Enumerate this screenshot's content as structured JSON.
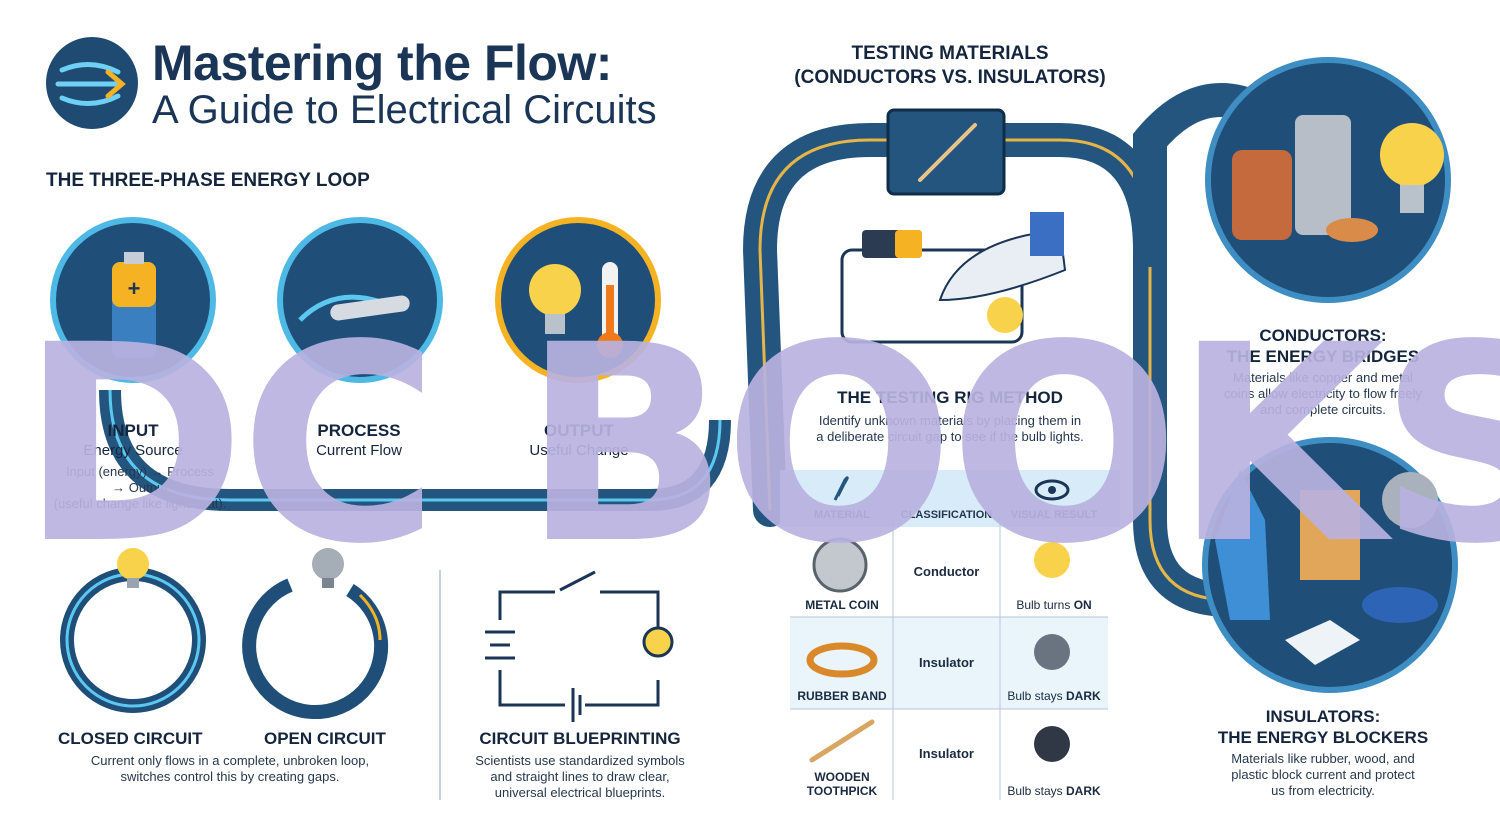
{
  "header": {
    "title": "Mastering the Flow:",
    "subtitle": "A Guide to Electrical Circuits"
  },
  "loop": {
    "heading": "THE THREE-PHASE ENERGY LOOP",
    "input": {
      "title": "INPUT",
      "sub": "Energy Source"
    },
    "process": {
      "title": "PROCESS",
      "sub": "Current Flow"
    },
    "output": {
      "title": "OUTPUT",
      "sub": "Useful Change"
    },
    "desc": [
      "Input (energy) → Process",
      "→ Output",
      "(useful change like light/heat)."
    ]
  },
  "circuits": {
    "closed": {
      "title": "CLOSED CIRCUIT"
    },
    "open": {
      "title": "OPEN CIRCUIT"
    },
    "desc": [
      "Current only flows in a complete, unbroken loop,",
      "switches control this by creating gaps."
    ]
  },
  "blueprint": {
    "title": "CIRCUIT BLUEPRINTING",
    "desc": [
      "Scientists use standardized symbols",
      "and straight lines to draw clear,",
      "universal electrical blueprints."
    ]
  },
  "testing": {
    "heading": [
      "TESTING MATERIALS",
      "(CONDUCTORS VS. INSULATORS)"
    ],
    "rig_title": "THE TESTING RIG METHOD",
    "rig_desc": [
      "Identify unknown materials by placing them in",
      "a deliberate circuit gap to see if the bulb lights."
    ]
  },
  "table": {
    "headers": [
      "MATERIAL",
      "CLASSIFICATION",
      "VISUAL RESULT"
    ],
    "rows": [
      {
        "material": "METAL COIN",
        "classification": "Conductor",
        "result_pre": "Bulb turns ",
        "result_bold": "ON"
      },
      {
        "material": "RUBBER BAND",
        "classification": "Insulator",
        "result_pre": "Bulb stays ",
        "result_bold": "DARK"
      },
      {
        "material": [
          "WOODEN",
          "TOOTHPICK"
        ],
        "classification": "Insulator",
        "result_pre": "Bulb stays ",
        "result_bold": "DARK"
      }
    ]
  },
  "conductors": {
    "title": [
      "CONDUCTORS:",
      "THE ENERGY BRIDGES"
    ],
    "desc": [
      "Materials like copper and metal",
      "coins allow electricity to flow freely",
      "and complete circuits."
    ]
  },
  "insulators": {
    "title": [
      "INSULATORS:",
      "THE ENERGY BLOCKERS"
    ],
    "desc": [
      "Materials like rubber, wood, and",
      "plastic block current and protect",
      "us from electricity."
    ]
  },
  "watermark": "DC BOOKS",
  "colors": {
    "navy": "#1b3556",
    "track": "#2b5d86",
    "glow": "#5cc8f0",
    "bulb": "#f6c93b",
    "gold": "#f5a623",
    "watermark": "#b9b2e0"
  }
}
